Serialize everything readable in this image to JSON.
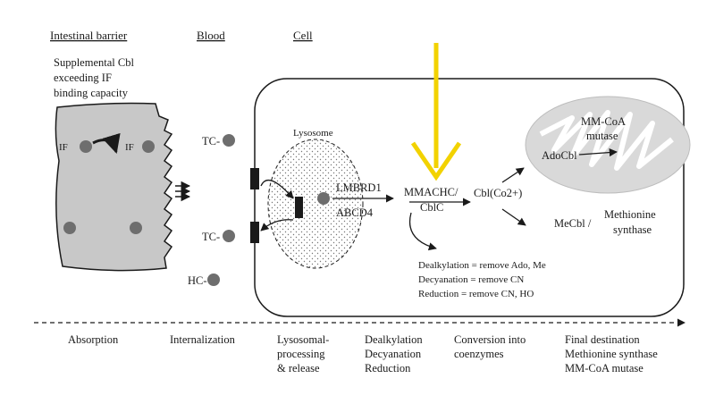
{
  "colors": {
    "ink": "#1a1a1a",
    "barrier_fill": "#c8c8c8",
    "dot_fill": "#6e6e6e",
    "mito_fill": "#d9d9d9",
    "highlight_arrow": "#f2d200"
  },
  "headers": {
    "intestinal_barrier": "Intestinal barrier",
    "blood": "Blood",
    "cell": "Cell"
  },
  "supplemental_note": [
    "Supplemental Cbl",
    "exceeding IF",
    "binding capacity"
  ],
  "intestine": {
    "if_left": "IF",
    "if_right": "IF"
  },
  "blood": {
    "tc_top": "TC-",
    "tc_bottom": "TC-",
    "hc": "HC-"
  },
  "cell": {
    "lysosome": "Lysosome",
    "lmbrd1": "LMBRD1",
    "abcd4": "ABCD4",
    "mmachc_line1": "MMACHC/",
    "mmachc_line2": "CblC",
    "cbl_co2": "Cbl(Co2+)",
    "mmcoa_mutase_line1": "MM-CoA",
    "mmcoa_mutase_line2": "mutase",
    "adocbl": "AdoCbl",
    "mecbl": "MeCbl /",
    "methionine_synthase_line1": "Methionine",
    "methionine_synthase_line2": "synthase"
  },
  "reactions": [
    "Dealkylation = remove Ado, Me",
    "Decyanation = remove CN",
    "Reduction = remove CN, HO"
  ],
  "stages": [
    {
      "lines": [
        "Absorption"
      ]
    },
    {
      "lines": [
        "Internalization"
      ]
    },
    {
      "lines": [
        "Lysosomal-",
        "processing",
        "& release"
      ]
    },
    {
      "lines": [
        "Dealkylation",
        "Decyanation",
        "Reduction"
      ]
    },
    {
      "lines": [
        "Conversion into",
        "coenzymes"
      ]
    },
    {
      "lines": [
        "Final destination",
        "Methionine synthase",
        "MM-CoA mutase"
      ]
    }
  ]
}
